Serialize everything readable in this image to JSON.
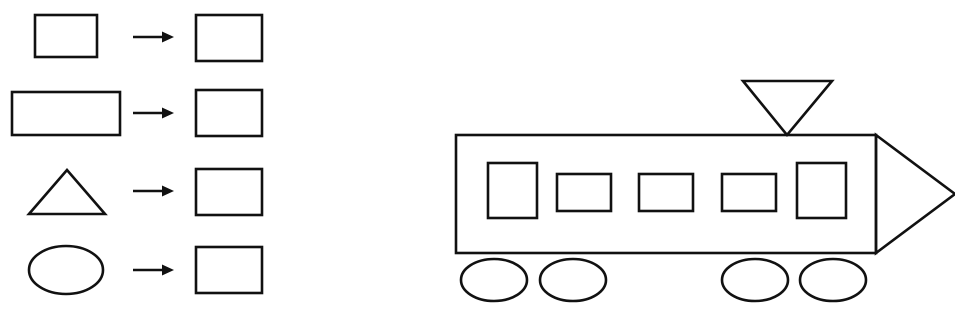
{
  "legend": {
    "rows": [
      {
        "shape": "small-rectangle",
        "arrow": "right-arrow",
        "answer": ""
      },
      {
        "shape": "wide-rectangle",
        "arrow": "right-arrow",
        "answer": ""
      },
      {
        "shape": "triangle",
        "arrow": "right-arrow",
        "answer": ""
      },
      {
        "shape": "oval",
        "arrow": "right-arrow",
        "answer": ""
      }
    ]
  },
  "train": {
    "body": "rectangle",
    "front": "triangle",
    "top": "inverted-triangle",
    "windows": [
      "tall-rectangle",
      "small-rectangle",
      "small-rectangle",
      "small-rectangle",
      "tall-rectangle"
    ],
    "wheels": [
      "oval",
      "oval",
      "oval",
      "oval"
    ]
  },
  "colors": {
    "stroke": "#111111",
    "background": "#ffffff"
  }
}
